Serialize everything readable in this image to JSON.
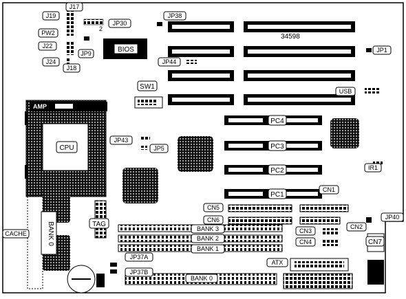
{
  "board": {
    "bios": "BIOS",
    "cpu": "CPU",
    "amp": "AMP",
    "code": "34598",
    "jp30_pin": "2"
  },
  "labels": {
    "J17": "J17",
    "J19": "J19",
    "PW2": "PW2",
    "J22": "J22",
    "J9": "JP9",
    "J24": "J24",
    "J18": "J18",
    "JP30": "JP30",
    "JP38": "JP38",
    "JP1": "JP1",
    "JP44": "JP44",
    "USB": "USB",
    "SW1": "SW1",
    "JP43": "JP43",
    "JP5": "JP5",
    "PC4": "PC4",
    "PC3": "PC3",
    "PC2": "PC2",
    "PC1": "PC1",
    "IR1": "IR1",
    "CN1": "CN1",
    "CN5": "CN5",
    "CN6": "CN6",
    "CN2": "CN2",
    "JP40": "JP40",
    "CN3": "CN3",
    "CN4": "CN4",
    "CN7": "CN7",
    "CACHE": "CACHE",
    "BANK0V": "BANK 0",
    "TAG": "TAG",
    "BANK3": "BANK 3",
    "BANK2": "BANK 2",
    "BANK1": "BANK 1",
    "JP37A": "JP37A",
    "JP37B": "JP37B",
    "BANK0": "BANK 0",
    "ATX": "ATX"
  },
  "colors": {
    "ink": "#000000",
    "paper": "#ffffff",
    "chip": "#1a1a1a"
  }
}
